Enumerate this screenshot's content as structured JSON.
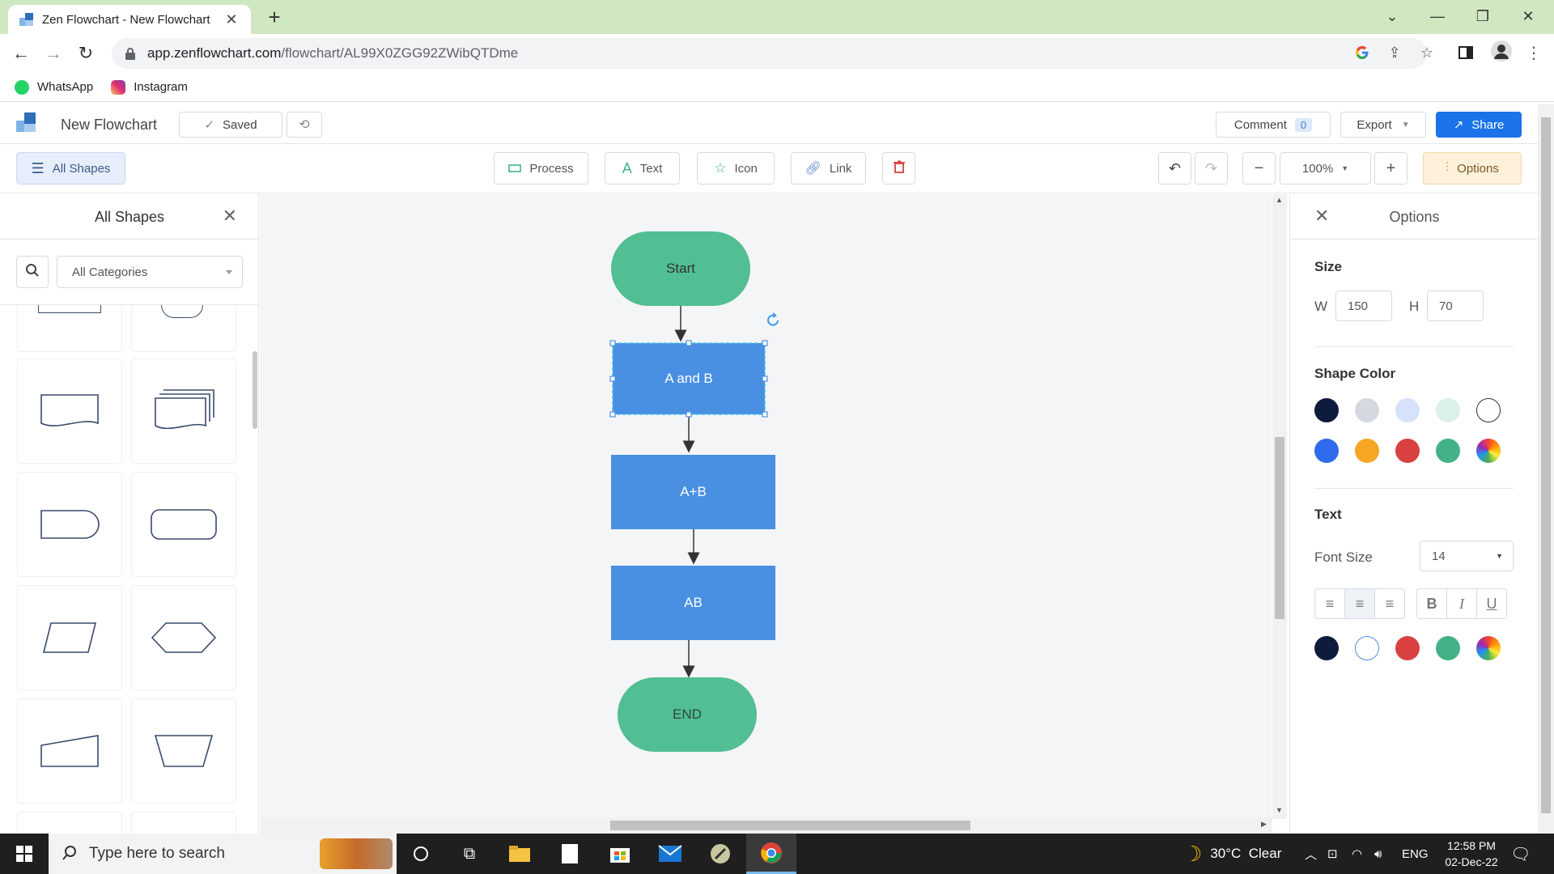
{
  "browser": {
    "tab_title": "Zen Flowchart - New Flowchart",
    "url_host": "app.zenflowchart.com",
    "url_path": "/flowchart/AL99X0ZGG92ZWibQTDme",
    "bookmarks": [
      {
        "label": "WhatsApp",
        "icon": "whatsapp-icon",
        "color": "#25d366"
      },
      {
        "label": "Instagram",
        "icon": "instagram-icon",
        "color": "#e1306c"
      }
    ]
  },
  "app": {
    "doc_name": "New Flowchart",
    "saved_label": "Saved",
    "comment_label": "Comment",
    "comment_count": "0",
    "export_label": "Export",
    "share_label": "Share",
    "brand_color": "#1a73e8"
  },
  "toolbar": {
    "all_shapes_label": "All Shapes",
    "process_label": "Process",
    "text_label": "Text",
    "icon_label": "Icon",
    "link_label": "Link",
    "zoom": "100%",
    "options_label": "Options"
  },
  "shapes_panel": {
    "title": "All Shapes",
    "category": "All Categories"
  },
  "flowchart": {
    "nodes": [
      {
        "label": "Start",
        "shape": "terminator",
        "fill": "#52be93",
        "text_color": "#2a4a3d"
      },
      {
        "label": "A and B",
        "shape": "process",
        "fill": "#4a90e2",
        "text_color": "#ffffff",
        "selected": true
      },
      {
        "label": "A+B",
        "shape": "process",
        "fill": "#4a90e2",
        "text_color": "#ffffff"
      },
      {
        "label": "AB",
        "shape": "process",
        "fill": "#4a90e2",
        "text_color": "#ffffff"
      },
      {
        "label": "END",
        "shape": "terminator",
        "fill": "#52be93",
        "text_color": "#2a4a3d"
      }
    ]
  },
  "options_panel": {
    "title": "Options",
    "size_heading": "Size",
    "width_label": "W",
    "width_value": "150",
    "height_label": "H",
    "height_value": "70",
    "shape_color_heading": "Shape Color",
    "shape_colors": [
      "#0f1b3d",
      "#d5d8e0",
      "#d6e2fb",
      "#dcf1e8",
      "#ffffff",
      "#2f6bea",
      "#f6a623",
      "#d94141",
      "#43b287",
      "gradient"
    ],
    "text_heading": "Text",
    "font_size_label": "Font Size",
    "font_size_value": "14",
    "text_colors": [
      "#0f1b3d",
      "#ffffff",
      "#d94141",
      "#43b287",
      "gradient"
    ]
  },
  "taskbar": {
    "search_placeholder": "Type here to search",
    "weather": "30°C  Clear",
    "language": "ENG",
    "time": "12:58 PM",
    "date": "02-Dec-22"
  }
}
